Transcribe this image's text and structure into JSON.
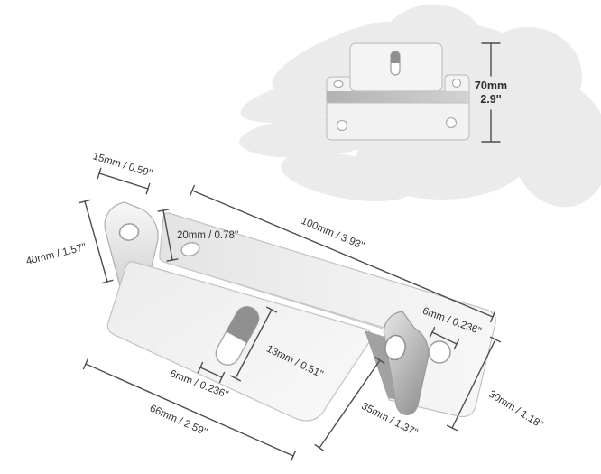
{
  "image": {
    "type": "product-dimension-diagram",
    "subject": "solar-panel-z-mounting-bracket",
    "background": "#ffffff"
  },
  "colors": {
    "hand_silhouette": "#ebebeb",
    "metal_light": "#f5f5f5",
    "metal_mid": "#dcdcdc",
    "metal_dark": "#9a9a9a",
    "dimension_line": "#4d4d4d",
    "label_text": "#333333"
  },
  "labels": {
    "overall_height_mm": "70mm",
    "overall_height_in": "2.9''",
    "ear_width": "15mm / 0.59''",
    "ear_height": "40mm / 1.57''",
    "step_width": "20mm / 0.78''",
    "plate_length": "100mm / 3.93''",
    "hole_edge_offset": "6mm / 0.236''",
    "plate_width": "30mm / 1.18''",
    "tab_height": "35mm / 1.37''",
    "slot_length": "13mm / 0.51''",
    "slot_width": "6mm / 0.236''",
    "tab_width": "66mm / 2.59''"
  }
}
